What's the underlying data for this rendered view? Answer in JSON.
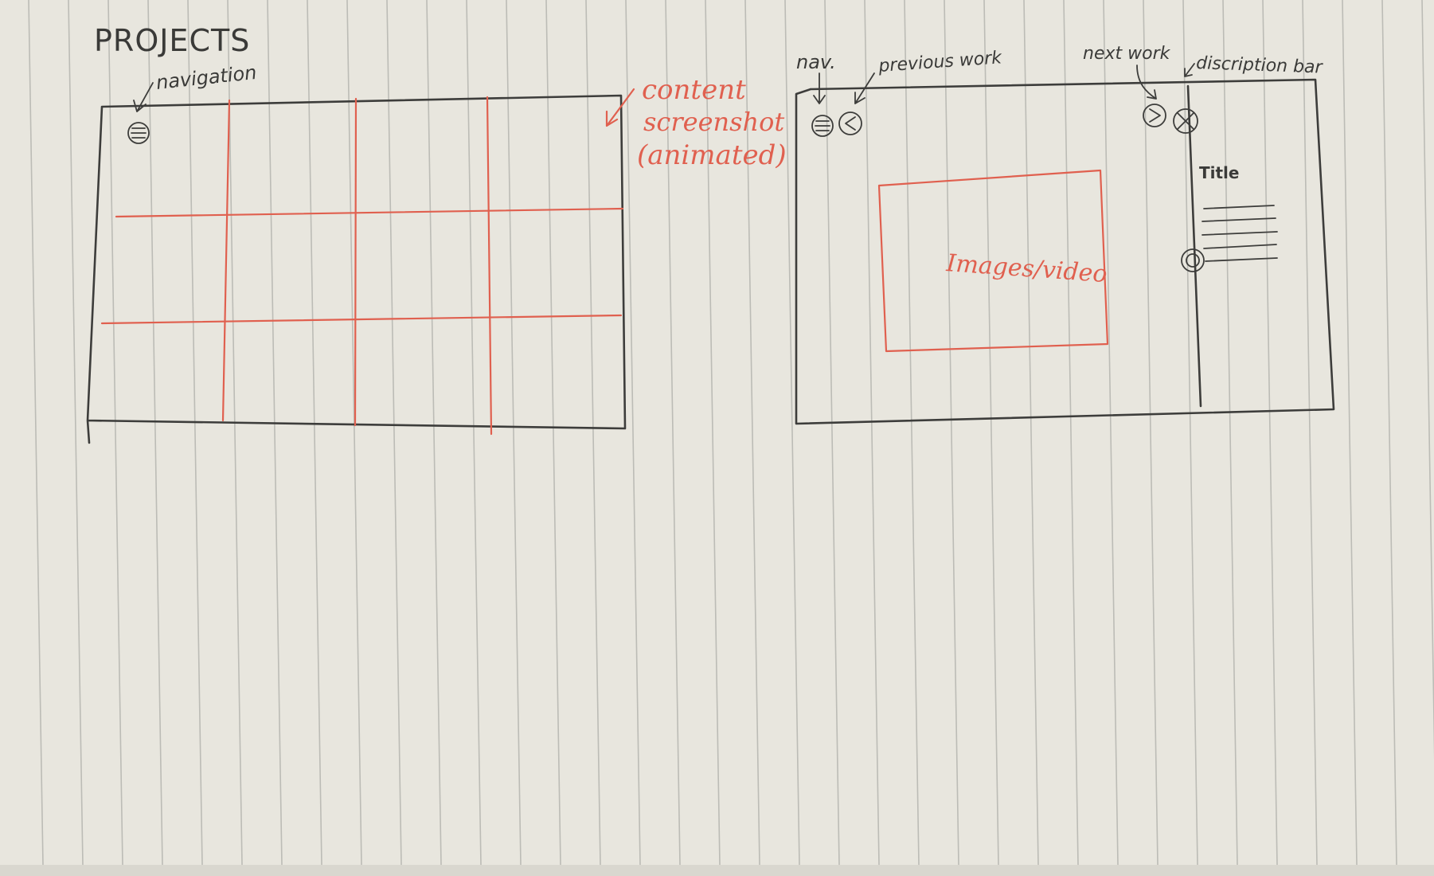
{
  "page_title": "PROJECTS",
  "grid_sketch": {
    "annotations": {
      "navigation": "navigation",
      "content_line1": "content",
      "content_line2": "screenshot",
      "content_line3": "(animated)"
    },
    "icons": [
      "menu-icon"
    ]
  },
  "detail_sketch": {
    "annotations": {
      "nav": "nav.",
      "previous_work": "previous work",
      "next_work": "next work",
      "description_bar": "discription bar",
      "media_placeholder": "Images/video",
      "title": "Title"
    },
    "icons": [
      "menu-icon",
      "previous-arrow-icon",
      "next-arrow-icon",
      "close-icon",
      "scroll-indicator-icon"
    ]
  },
  "colors": {
    "paper": "#e8e6de",
    "ruled_line": "#bcbcb6",
    "pencil": "#3d3d3b",
    "red_pen": "#e0604f"
  }
}
